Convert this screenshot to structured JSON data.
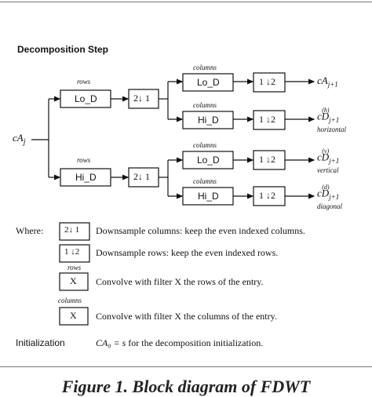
{
  "title": "Decomposition Step",
  "input_label": "cA",
  "input_sub": "j",
  "rows_label": "rows",
  "columns_label": "columns",
  "lo_d": "Lo_D",
  "hi_d": "Hi_D",
  "down_cols_sym": "2↓ 1",
  "down_rows_sym": "1 ↓2",
  "outputs": {
    "approx": {
      "main": "cA",
      "sub": "j+1",
      "sup": "",
      "note": ""
    },
    "horizontal": {
      "main": "cD",
      "sub": "j+1",
      "sup": "(h)",
      "note": "horizontal"
    },
    "vertical": {
      "main": "cD",
      "sub": "j+1",
      "sup": "(v)",
      "note": "vertical"
    },
    "diagonal": {
      "main": "cD",
      "sub": "j+1",
      "sup": "(d)",
      "note": "diagonal"
    }
  },
  "legend": {
    "where_label": "Where:",
    "down_cols_desc": "Downsample columns: keep the even indexed columns.",
    "down_rows_desc": "Downsample rows: keep the even indexed rows.",
    "conv_rows_label": "rows",
    "conv_rows_desc": "Convolve with filter X the rows of the entry.",
    "conv_cols_label": "columns",
    "conv_cols_desc": "Convolve with filter X the columns of the entry.",
    "filter_x": "X"
  },
  "initialization": {
    "label": "Initialization",
    "formula": "CA₀ = s",
    "desc": " for the decomposition initialization."
  },
  "caption": "Figure 1. Block diagram of FDWT"
}
